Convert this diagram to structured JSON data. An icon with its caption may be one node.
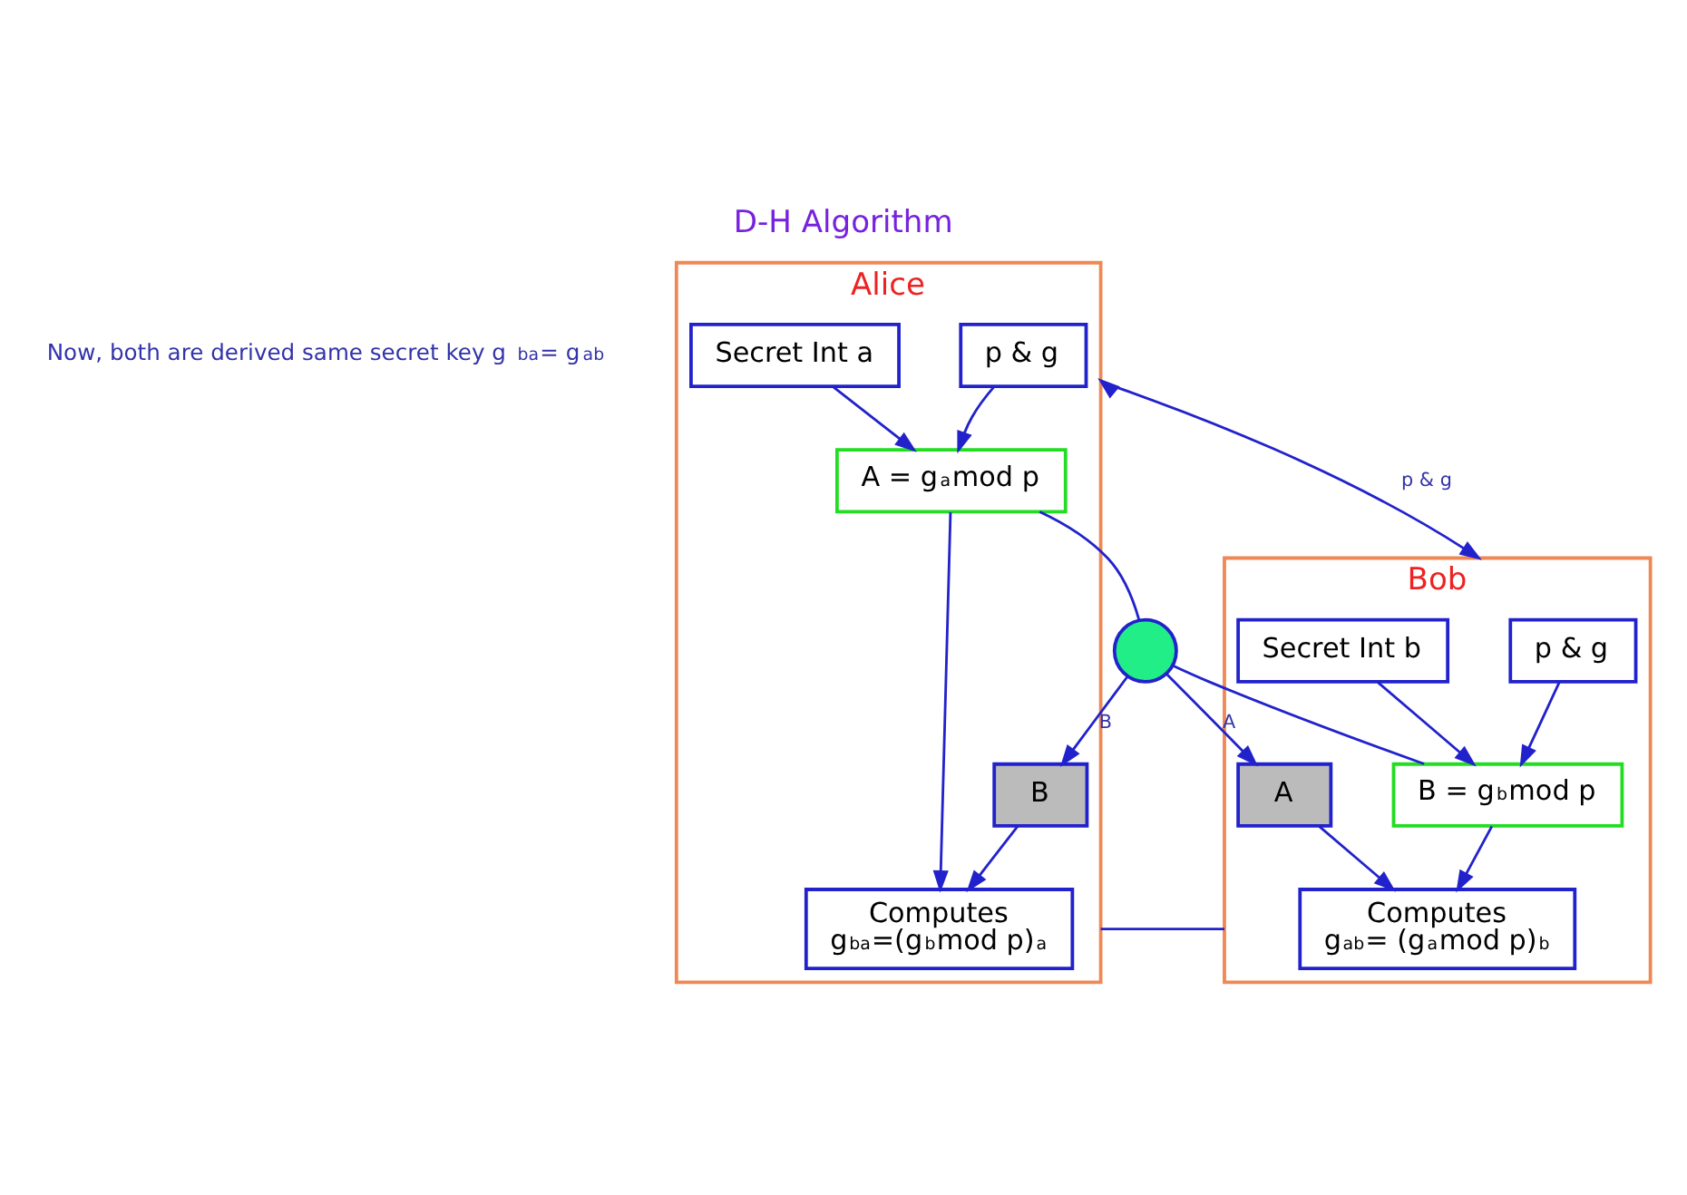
{
  "diagram": {
    "title": "D-H Algorithm",
    "caption": "Now, both are derived same secret key g$^{ba}$= g$^{ab}$",
    "nodes": [
      {
        "text": [
          "Alice"
        ]
      },
      {
        "text": [
          "p & g"
        ],
        "in": 0
      },
      {
        "text": [
          "Secret Int a"
        ],
        "in": 0
      },
      {
        "text": [
          "A = g$^{a}$mod p"
        ],
        "in": 0
      },
      {
        "text": [
          "B"
        ],
        "in": 0
      },
      {
        "text": [
          "Computes",
          "g$^{ba}$=(g$^{b}$mod p)$^{a}$"
        ],
        "in": 0
      },
      {
        "text": [
          "Bob"
        ]
      },
      {
        "text": [
          "p & g"
        ],
        "in": 6
      },
      {
        "text": [
          "Secret Int b"
        ],
        "in": 6
      },
      {
        "text": [
          "B = g$^{b}$mod p"
        ],
        "in": 6
      },
      {
        "text": [
          "A"
        ],
        "in": 6
      },
      {
        "text": [
          "Computes",
          "g$^{ab}$= (g$^{a}$mod p)$^{b}$"
        ],
        "in": 6
      },
      {
        "text": [],
        "shape": "circle"
      }
    ],
    "edges": [
      {
        "from": 1,
        "to": 3,
        "arrow": "to"
      },
      {
        "from": 2,
        "to": 3,
        "arrow": "to"
      },
      {
        "from": 7,
        "to": 9,
        "arrow": "to"
      },
      {
        "from": 8,
        "to": 9,
        "arrow": "to"
      },
      {
        "from": 0,
        "to": 6,
        "arrow": "both",
        "label": "p & g"
      },
      {
        "from": 3,
        "to": 12,
        "arrow": "none"
      },
      {
        "from": 12,
        "to": 9,
        "arrow": "none"
      },
      {
        "from": 12,
        "to": 4,
        "arrow": "to",
        "label": "B"
      },
      {
        "from": 12,
        "to": 10,
        "arrow": "to",
        "label": "A"
      },
      {
        "from": 3,
        "to": 5,
        "arrow": "to"
      },
      {
        "from": 4,
        "to": 5,
        "arrow": "to"
      },
      {
        "from": 9,
        "to": 11,
        "arrow": "to"
      },
      {
        "from": 10,
        "to": 11,
        "arrow": "to"
      },
      {
        "from": 0,
        "to": 6,
        "arrow": "none"
      }
    ]
  }
}
